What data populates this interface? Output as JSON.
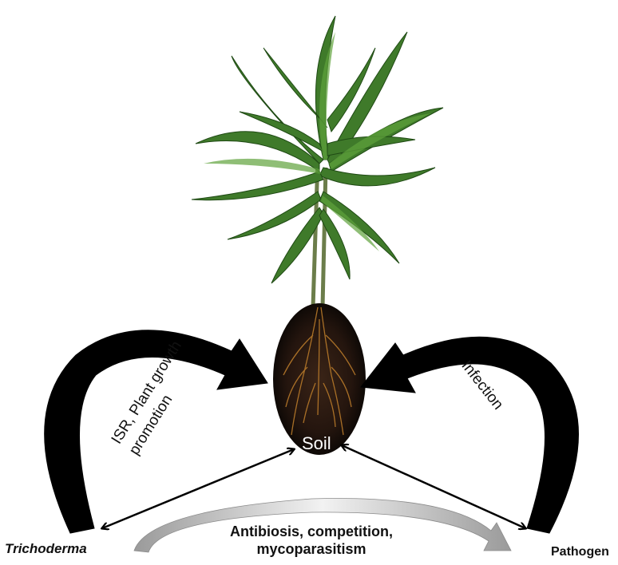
{
  "labels": {
    "soil": "Soil",
    "trichoderma": "Trichoderma",
    "pathogen": "Pathogen",
    "isr": "ISR, Plant growth promotion",
    "infection": "Infection",
    "antibiosis": "Antibiosis, competition, mycoparasitism"
  },
  "colors": {
    "leaf": "#3f7a2a",
    "leaf_light": "#5fa33c",
    "soil": "#2a1a12",
    "arrow": "#000000",
    "grey_arrow": "#a9a9a9"
  },
  "icons": [
    "plant-illustration",
    "root-ball-icon"
  ]
}
